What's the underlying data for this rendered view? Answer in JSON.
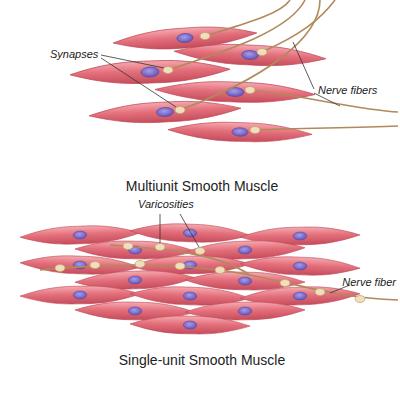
{
  "diagram": {
    "labels": [
      "Synapses",
      "Nerve fibers",
      "Multiunit Smooth Muscle",
      "Varicosities",
      "Nerve fiber",
      "Single-unit Smooth Muscle"
    ]
  }
}
